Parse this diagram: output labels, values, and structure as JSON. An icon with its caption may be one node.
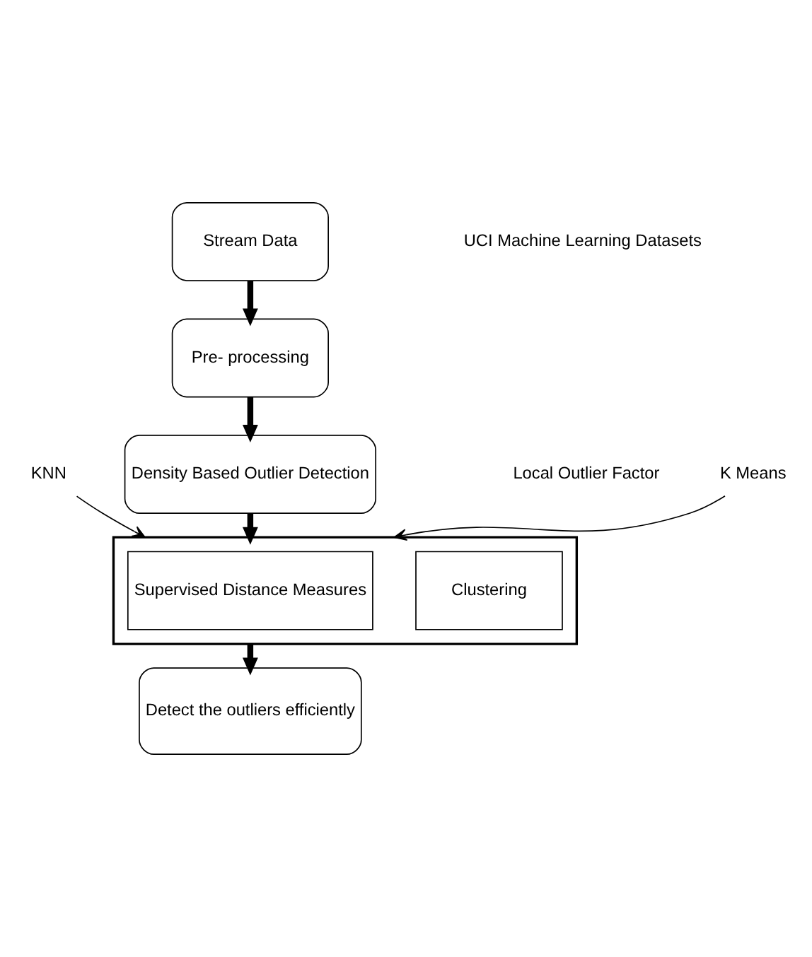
{
  "diagram": {
    "nodes": [
      {
        "text": [
          "Stream Data"
        ]
      },
      {
        "text": [
          "Pre- processing"
        ]
      },
      {
        "text": [
          "Density Based Outlier Detection"
        ]
      },
      {
        "text": [],
        "shape": "box"
      },
      {
        "text": [
          "Supervised Distance Measures"
        ],
        "in": 3
      },
      {
        "text": [
          "Clustering"
        ],
        "in": 3
      },
      {
        "text": [
          "Detect the outliers efficiently"
        ]
      },
      {
        "text": [
          "KNN"
        ]
      },
      {
        "text": [
          "K Means"
        ]
      }
    ],
    "edges": [
      {
        "from": 0,
        "to": 1,
        "arrow": "to"
      },
      {
        "from": 1,
        "to": 2,
        "arrow": "to"
      },
      {
        "from": 2,
        "to": 3,
        "arrow": "to"
      },
      {
        "from": 3,
        "to": 6,
        "arrow": "to"
      },
      {
        "from": 7,
        "to": 3,
        "arrow": "to"
      },
      {
        "from": 8,
        "to": 3,
        "arrow": "to"
      }
    ],
    "labels": [
      "UCI Machine Learning Datasets",
      "Local Outlier Factor"
    ]
  }
}
